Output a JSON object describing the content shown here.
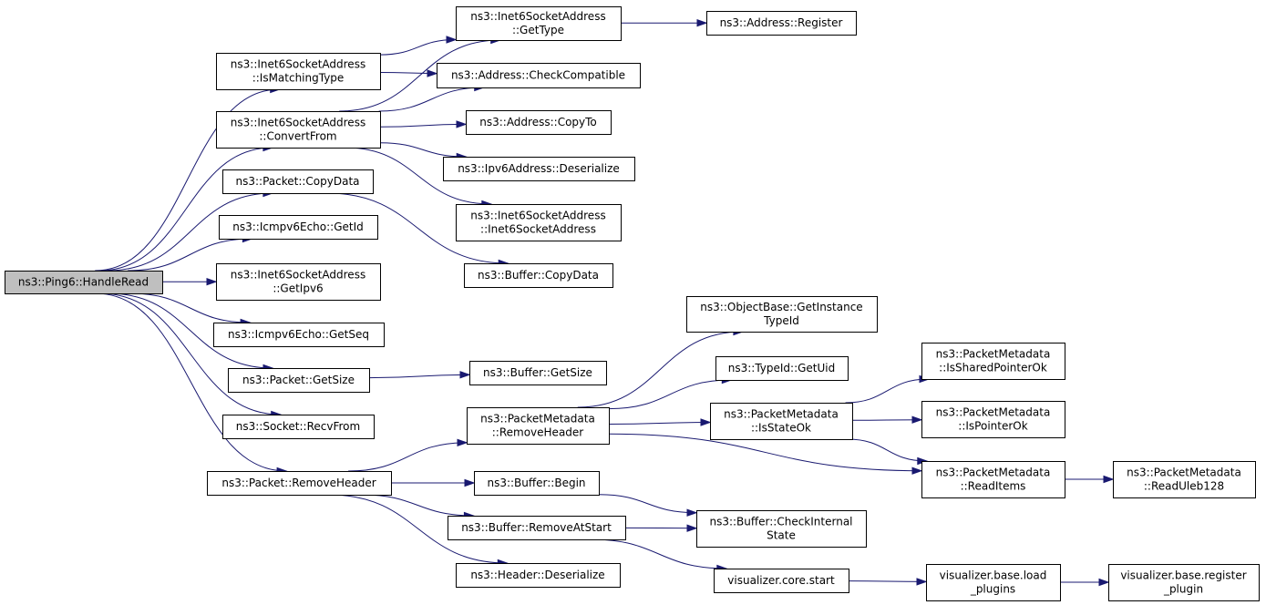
{
  "graph": {
    "colors": {
      "edge": "#191970",
      "root_fill": "#bfbfbf",
      "node_fill": "#ffffff",
      "node_stroke": "#000000"
    },
    "nodes": [
      {
        "id": "handleread",
        "lines": [
          "ns3::Ping6::HandleRead"
        ],
        "root": true
      },
      {
        "id": "ismatchingtype",
        "lines": [
          "ns3::Inet6SocketAddress",
          "::IsMatchingType"
        ]
      },
      {
        "id": "convertfrom",
        "lines": [
          "ns3::Inet6SocketAddress",
          "::ConvertFrom"
        ]
      },
      {
        "id": "packet-copydata",
        "lines": [
          "ns3::Packet::CopyData"
        ]
      },
      {
        "id": "icmp-getid",
        "lines": [
          "ns3::Icmpv6Echo::GetId"
        ]
      },
      {
        "id": "getipv6",
        "lines": [
          "ns3::Inet6SocketAddress",
          "::GetIpv6"
        ]
      },
      {
        "id": "icmp-getseq",
        "lines": [
          "ns3::Icmpv6Echo::GetSeq"
        ]
      },
      {
        "id": "packet-getsize",
        "lines": [
          "ns3::Packet::GetSize"
        ]
      },
      {
        "id": "socket-recvfrom",
        "lines": [
          "ns3::Socket::RecvFrom"
        ]
      },
      {
        "id": "packet-removeheader",
        "lines": [
          "ns3::Packet::RemoveHeader"
        ]
      },
      {
        "id": "gettype",
        "lines": [
          "ns3::Inet6SocketAddress",
          "::GetType"
        ]
      },
      {
        "id": "address-register",
        "lines": [
          "ns3::Address::Register"
        ]
      },
      {
        "id": "address-checkcompatible",
        "lines": [
          "ns3::Address::CheckCompatible"
        ]
      },
      {
        "id": "address-copyto",
        "lines": [
          "ns3::Address::CopyTo"
        ]
      },
      {
        "id": "ipv6address-deserialize",
        "lines": [
          "ns3::Ipv6Address::Deserialize"
        ]
      },
      {
        "id": "inet6-ctor",
        "lines": [
          "ns3::Inet6SocketAddress",
          "::Inet6SocketAddress"
        ]
      },
      {
        "id": "buffer-copydata",
        "lines": [
          "ns3::Buffer::CopyData"
        ]
      },
      {
        "id": "getinstancetypeid",
        "lines": [
          "ns3::ObjectBase::GetInstance",
          "TypeId"
        ]
      },
      {
        "id": "typeid-getuid",
        "lines": [
          "ns3::TypeId::GetUid"
        ]
      },
      {
        "id": "buffer-getsize",
        "lines": [
          "ns3::Buffer::GetSize"
        ]
      },
      {
        "id": "pm-removeheader",
        "lines": [
          "ns3::PacketMetadata",
          "::RemoveHeader"
        ]
      },
      {
        "id": "pm-isstateok",
        "lines": [
          "ns3::PacketMetadata",
          "::IsStateOk"
        ]
      },
      {
        "id": "pm-issharedpointerok",
        "lines": [
          "ns3::PacketMetadata",
          "::IsSharedPointerOk"
        ]
      },
      {
        "id": "pm-ispointerok",
        "lines": [
          "ns3::PacketMetadata",
          "::IsPointerOk"
        ]
      },
      {
        "id": "pm-readitems",
        "lines": [
          "ns3::PacketMetadata",
          "::ReadItems"
        ]
      },
      {
        "id": "pm-readuleb128",
        "lines": [
          "ns3::PacketMetadata",
          "::ReadUleb128"
        ]
      },
      {
        "id": "buffer-begin",
        "lines": [
          "ns3::Buffer::Begin"
        ]
      },
      {
        "id": "buffer-checkinternalstate",
        "lines": [
          "ns3::Buffer::CheckInternal",
          "State"
        ]
      },
      {
        "id": "buffer-removeatstart",
        "lines": [
          "ns3::Buffer::RemoveAtStart"
        ]
      },
      {
        "id": "header-deserialize",
        "lines": [
          "ns3::Header::Deserialize"
        ]
      },
      {
        "id": "vis-core-start",
        "lines": [
          "visualizer.core.start"
        ]
      },
      {
        "id": "vis-load-plugins",
        "lines": [
          "visualizer.base.load",
          "_plugins"
        ]
      },
      {
        "id": "vis-register-plugin",
        "lines": [
          "visualizer.base.register",
          "_plugin"
        ]
      }
    ],
    "edges": [
      [
        "handleread",
        "ismatchingtype"
      ],
      [
        "handleread",
        "convertfrom"
      ],
      [
        "handleread",
        "packet-copydata"
      ],
      [
        "handleread",
        "icmp-getid"
      ],
      [
        "handleread",
        "getipv6"
      ],
      [
        "handleread",
        "icmp-getseq"
      ],
      [
        "handleread",
        "packet-getsize"
      ],
      [
        "handleread",
        "socket-recvfrom"
      ],
      [
        "handleread",
        "packet-removeheader"
      ],
      [
        "ismatchingtype",
        "gettype"
      ],
      [
        "ismatchingtype",
        "address-checkcompatible"
      ],
      [
        "convertfrom",
        "gettype"
      ],
      [
        "convertfrom",
        "address-checkcompatible"
      ],
      [
        "convertfrom",
        "address-copyto"
      ],
      [
        "convertfrom",
        "ipv6address-deserialize"
      ],
      [
        "convertfrom",
        "inet6-ctor"
      ],
      [
        "gettype",
        "address-register"
      ],
      [
        "packet-copydata",
        "buffer-copydata"
      ],
      [
        "packet-getsize",
        "buffer-getsize"
      ],
      [
        "packet-removeheader",
        "pm-removeheader"
      ],
      [
        "packet-removeheader",
        "buffer-begin"
      ],
      [
        "packet-removeheader",
        "buffer-removeatstart"
      ],
      [
        "packet-removeheader",
        "header-deserialize"
      ],
      [
        "pm-removeheader",
        "getinstancetypeid"
      ],
      [
        "pm-removeheader",
        "typeid-getuid"
      ],
      [
        "pm-removeheader",
        "pm-isstateok"
      ],
      [
        "pm-removeheader",
        "pm-readitems"
      ],
      [
        "pm-isstateok",
        "pm-issharedpointerok"
      ],
      [
        "pm-isstateok",
        "pm-ispointerok"
      ],
      [
        "pm-isstateok",
        "pm-readitems"
      ],
      [
        "pm-readitems",
        "pm-readuleb128"
      ],
      [
        "buffer-begin",
        "buffer-checkinternalstate"
      ],
      [
        "buffer-removeatstart",
        "buffer-checkinternalstate"
      ],
      [
        "buffer-removeatstart",
        "vis-core-start"
      ],
      [
        "vis-core-start",
        "vis-load-plugins"
      ],
      [
        "vis-load-plugins",
        "vis-register-plugin"
      ]
    ]
  }
}
